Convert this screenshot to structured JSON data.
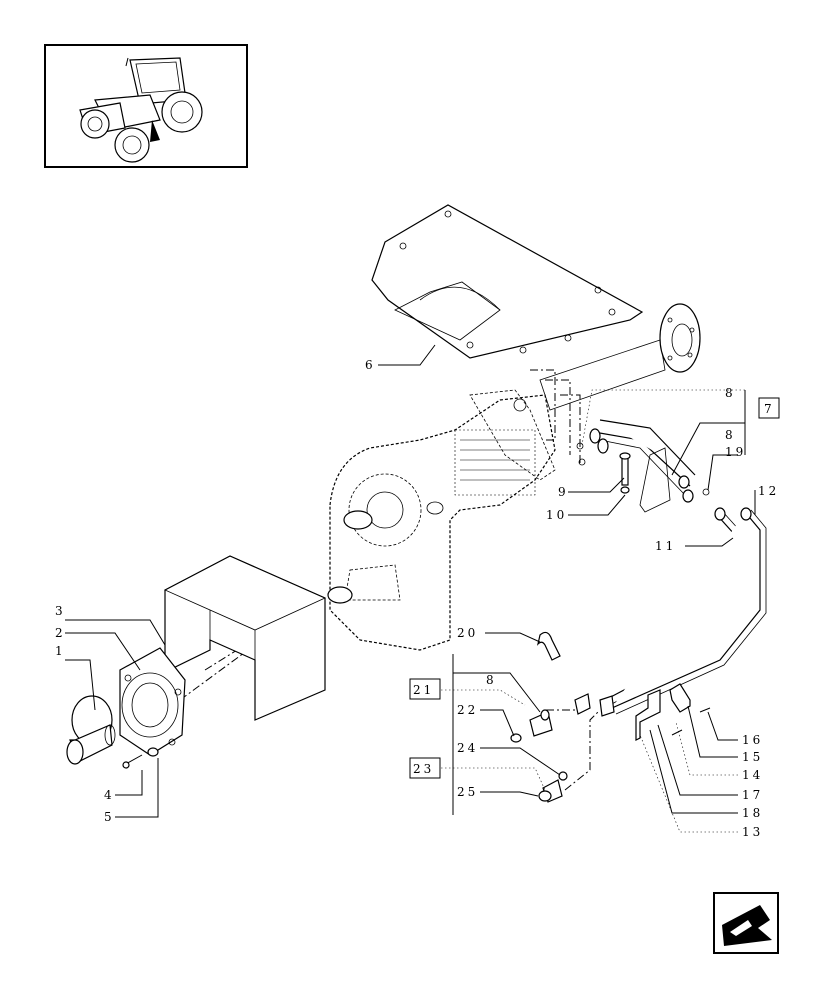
{
  "callouts": [
    {
      "id": "c1",
      "text": "1"
    },
    {
      "id": "c2",
      "text": "2"
    },
    {
      "id": "c3",
      "text": "3"
    },
    {
      "id": "c4",
      "text": "4"
    },
    {
      "id": "c5",
      "text": "5"
    },
    {
      "id": "c6",
      "text": "6"
    },
    {
      "id": "c7",
      "text": "7"
    },
    {
      "id": "c8a",
      "text": "8"
    },
    {
      "id": "c8b",
      "text": "8"
    },
    {
      "id": "c8c",
      "text": "8"
    },
    {
      "id": "c9",
      "text": "9"
    },
    {
      "id": "c10",
      "text": "10"
    },
    {
      "id": "c11",
      "text": "11"
    },
    {
      "id": "c12",
      "text": "12"
    },
    {
      "id": "c13",
      "text": "13"
    },
    {
      "id": "c14",
      "text": "14"
    },
    {
      "id": "c15",
      "text": "15"
    },
    {
      "id": "c16",
      "text": "16"
    },
    {
      "id": "c17",
      "text": "17"
    },
    {
      "id": "c18",
      "text": "18"
    },
    {
      "id": "c19",
      "text": "19"
    },
    {
      "id": "c20",
      "text": "20"
    },
    {
      "id": "c21",
      "text": "21"
    },
    {
      "id": "c22",
      "text": "22"
    },
    {
      "id": "c23",
      "text": "23"
    },
    {
      "id": "c24",
      "text": "24"
    },
    {
      "id": "c25",
      "text": "25"
    }
  ],
  "icons": {
    "thumbnail": "tractor-icon",
    "nav": "back-arrow-icon"
  }
}
